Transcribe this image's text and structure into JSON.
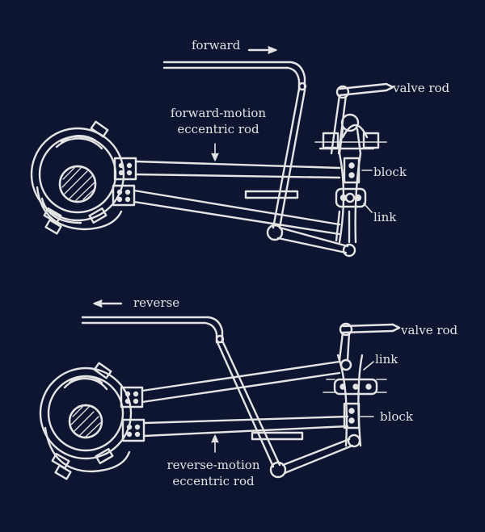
{
  "colors": {
    "background": "#0d1530",
    "ink": "#e4e4e4"
  },
  "forward_view": {
    "direction_label": "forward",
    "labels": {
      "valve_rod": "valve rod",
      "eccentric_rod_line1": "forward-motion",
      "eccentric_rod_line2": "eccentric rod",
      "block": "block",
      "link": "link"
    }
  },
  "reverse_view": {
    "direction_label": "reverse",
    "labels": {
      "valve_rod": "valve rod",
      "link": "link",
      "block": "block",
      "eccentric_rod_line1": "reverse-motion",
      "eccentric_rod_line2": "eccentric rod"
    }
  }
}
